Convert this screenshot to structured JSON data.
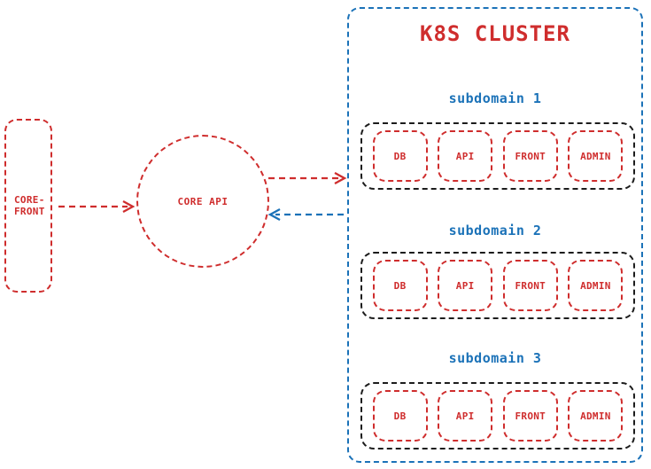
{
  "diagram": {
    "core_front": {
      "label_line1": "CORE-",
      "label_line2": "FRONT"
    },
    "core_api": {
      "label": "CORE API"
    },
    "cluster": {
      "title": "K8S CLUSTER",
      "subdomains": [
        {
          "label": "subdomain 1",
          "services": [
            "DB",
            "API",
            "FRONT",
            "ADMIN"
          ]
        },
        {
          "label": "subdomain 2",
          "services": [
            "DB",
            "API",
            "FRONT",
            "ADMIN"
          ]
        },
        {
          "label": "subdomain 3",
          "services": [
            "DB",
            "API",
            "FRONT",
            "ADMIN"
          ]
        }
      ]
    },
    "arrows": [
      {
        "name": "core-front-to-core-api",
        "style": "dashed"
      },
      {
        "name": "core-api-to-cluster",
        "style": "dashed"
      },
      {
        "name": "cluster-to-core-api",
        "style": "dashed"
      }
    ],
    "colors": {
      "red": "#cf2d2d",
      "blue": "#1b72b8",
      "black": "#1c1c1c",
      "background": "#ffffff"
    }
  }
}
